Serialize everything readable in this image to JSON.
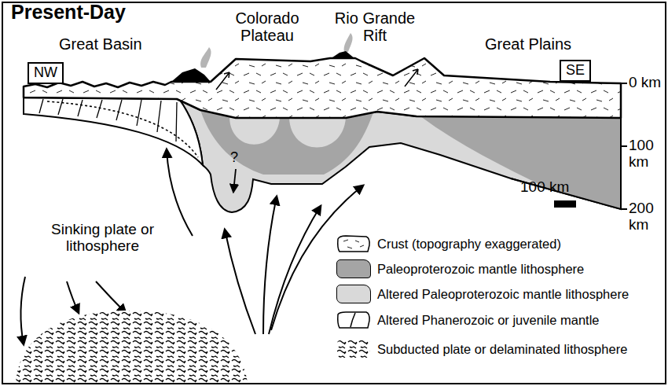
{
  "diagram": {
    "title": "Present-Day",
    "nodes": [
      {
        "text": [
          "NW"
        ]
      },
      {
        "text": [
          "SE"
        ]
      }
    ],
    "labels": [
      "Great Basin",
      "Colorado Plateau",
      "Rio Grande Rift",
      "Great Plains",
      "0 km",
      "100 km",
      "200 km",
      "?",
      "100 km",
      "Sinking plate or lithosphere"
    ],
    "legend": [
      {
        "text": "Crust (topography exaggerated)"
      },
      {
        "text": "Paleoproterozoic mantle lithosphere",
        "color": "#a5a5a5"
      },
      {
        "text": "Altered Paleoproterozoic mantle lithosphere",
        "color": "#d9d9d9"
      },
      {
        "text": "Altered Phanerozoic or juvenile mantle"
      },
      {
        "text": "Subducted plate or delaminated lithosphere"
      }
    ]
  }
}
